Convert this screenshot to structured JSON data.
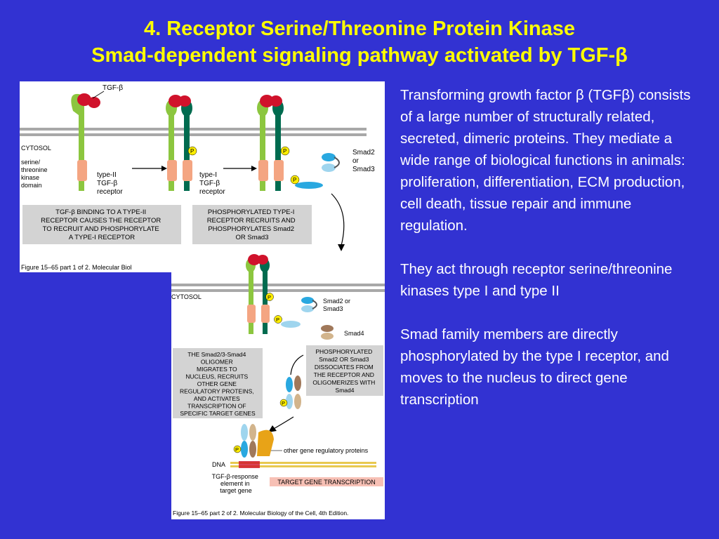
{
  "title": {
    "line1": "4.  Receptor Serine/Threonine Protein Kinase",
    "line2": "Smad-dependent signaling pathway activated by TGF-β"
  },
  "description": {
    "paragraphs": [
      "Transforming growth factor β (TGFβ) consists of a large number of structurally related, secreted, dimeric proteins.  They mediate a wide range of biological functions in animals: proliferation, differentiation, ECM production, cell death, tissue repair and immune regulation.",
      "They act through receptor serine/threonine kinases type I and type II",
      "Smad family members are directly phosphorylated by the type I receptor, and moves to the nucleus to direct gene transcription"
    ]
  },
  "figure": {
    "tgfb_label": "TGF-β",
    "cytosol": "CYTOSOL",
    "domain_label": [
      "serine/",
      "threonine",
      "kinase",
      "domain"
    ],
    "type2_label": [
      "type-II",
      "TGF-β",
      "receptor"
    ],
    "type1_label": [
      "type-I",
      "TGF-β",
      "receptor"
    ],
    "p": "P",
    "smad23_label": [
      "Smad2",
      "or",
      "Smad3"
    ],
    "smad23_label2": [
      "Smad2 or",
      "Smad3"
    ],
    "smad4_label": "Smad4",
    "box1": [
      "TGF-β BINDING TO A TYPE-II",
      "RECEPTOR CAUSES THE RECEPTOR",
      "TO RECRUIT AND PHOSPHORYLATE",
      "A TYPE-I RECEPTOR"
    ],
    "box2": [
      "PHOSPHORYLATED TYPE-I",
      "RECEPTOR RECRUITS AND",
      "PHOSPHORYLATES Smad2",
      "OR Smad3"
    ],
    "box3": [
      "THE Smad2/3-Smad4",
      "OLIGOMER",
      "MIGRATES TO",
      "NUCLEUS, RECRUITS",
      "OTHER GENE",
      "REGULATORY PROTEINS,",
      "AND ACTIVATES",
      "TRANSCRIPTION OF",
      "SPECIFIC TARGET GENES"
    ],
    "box4": [
      "PHOSPHORYLATED",
      "Smad2 OR Smad3",
      "DISSOCIATES FROM",
      "THE RECEPTOR AND",
      "OLIGOMERIZES WITH",
      "Smad4"
    ],
    "other_proteins": "other gene regulatory proteins",
    "dna": "DNA",
    "response_element": [
      "TGF-β-response",
      "element in",
      "target gene"
    ],
    "target_transcription": "TARGET GENE TRANSCRIPTION",
    "caption1": "Figure 15–65 part 1 of 2. Molecular Biol",
    "caption2": "Figure 15–65 part 2 of 2. Molecular Biology of the Cell, 4th Edition."
  },
  "colors": {
    "background": "#3232d2",
    "title": "#ffff00",
    "light_green": "#8cc63f",
    "dark_green": "#006b4f",
    "ligand_red": "#d0122b",
    "kinase_salmon": "#f4a582",
    "phospho_yellow": "#ffee00",
    "smad23_blue": "#29a8e0",
    "smad4_brown": "#a0785a",
    "label_box": "#d3d3d3",
    "target_box": "#f7c0b5"
  }
}
